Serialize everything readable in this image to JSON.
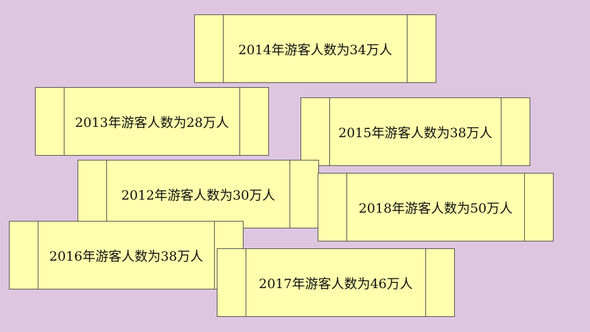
{
  "colors": {
    "background": "#dec6e0",
    "card_fill": "#ffffad",
    "card_border": "#555555"
  },
  "cards": [
    {
      "year": "2014",
      "text": "2014年游客人数为34万人"
    },
    {
      "year": "2013",
      "text": "2013年游客人数为28万人"
    },
    {
      "year": "2015",
      "text": "2015年游客人数为38万人"
    },
    {
      "year": "2012",
      "text": "2012年游客人数为30万人"
    },
    {
      "year": "2018",
      "text": "2018年游客人数为50万人"
    },
    {
      "year": "2016",
      "text": "2016年游客人数为38万人"
    },
    {
      "year": "2017",
      "text": "2017年游客人数为46万人"
    }
  ]
}
